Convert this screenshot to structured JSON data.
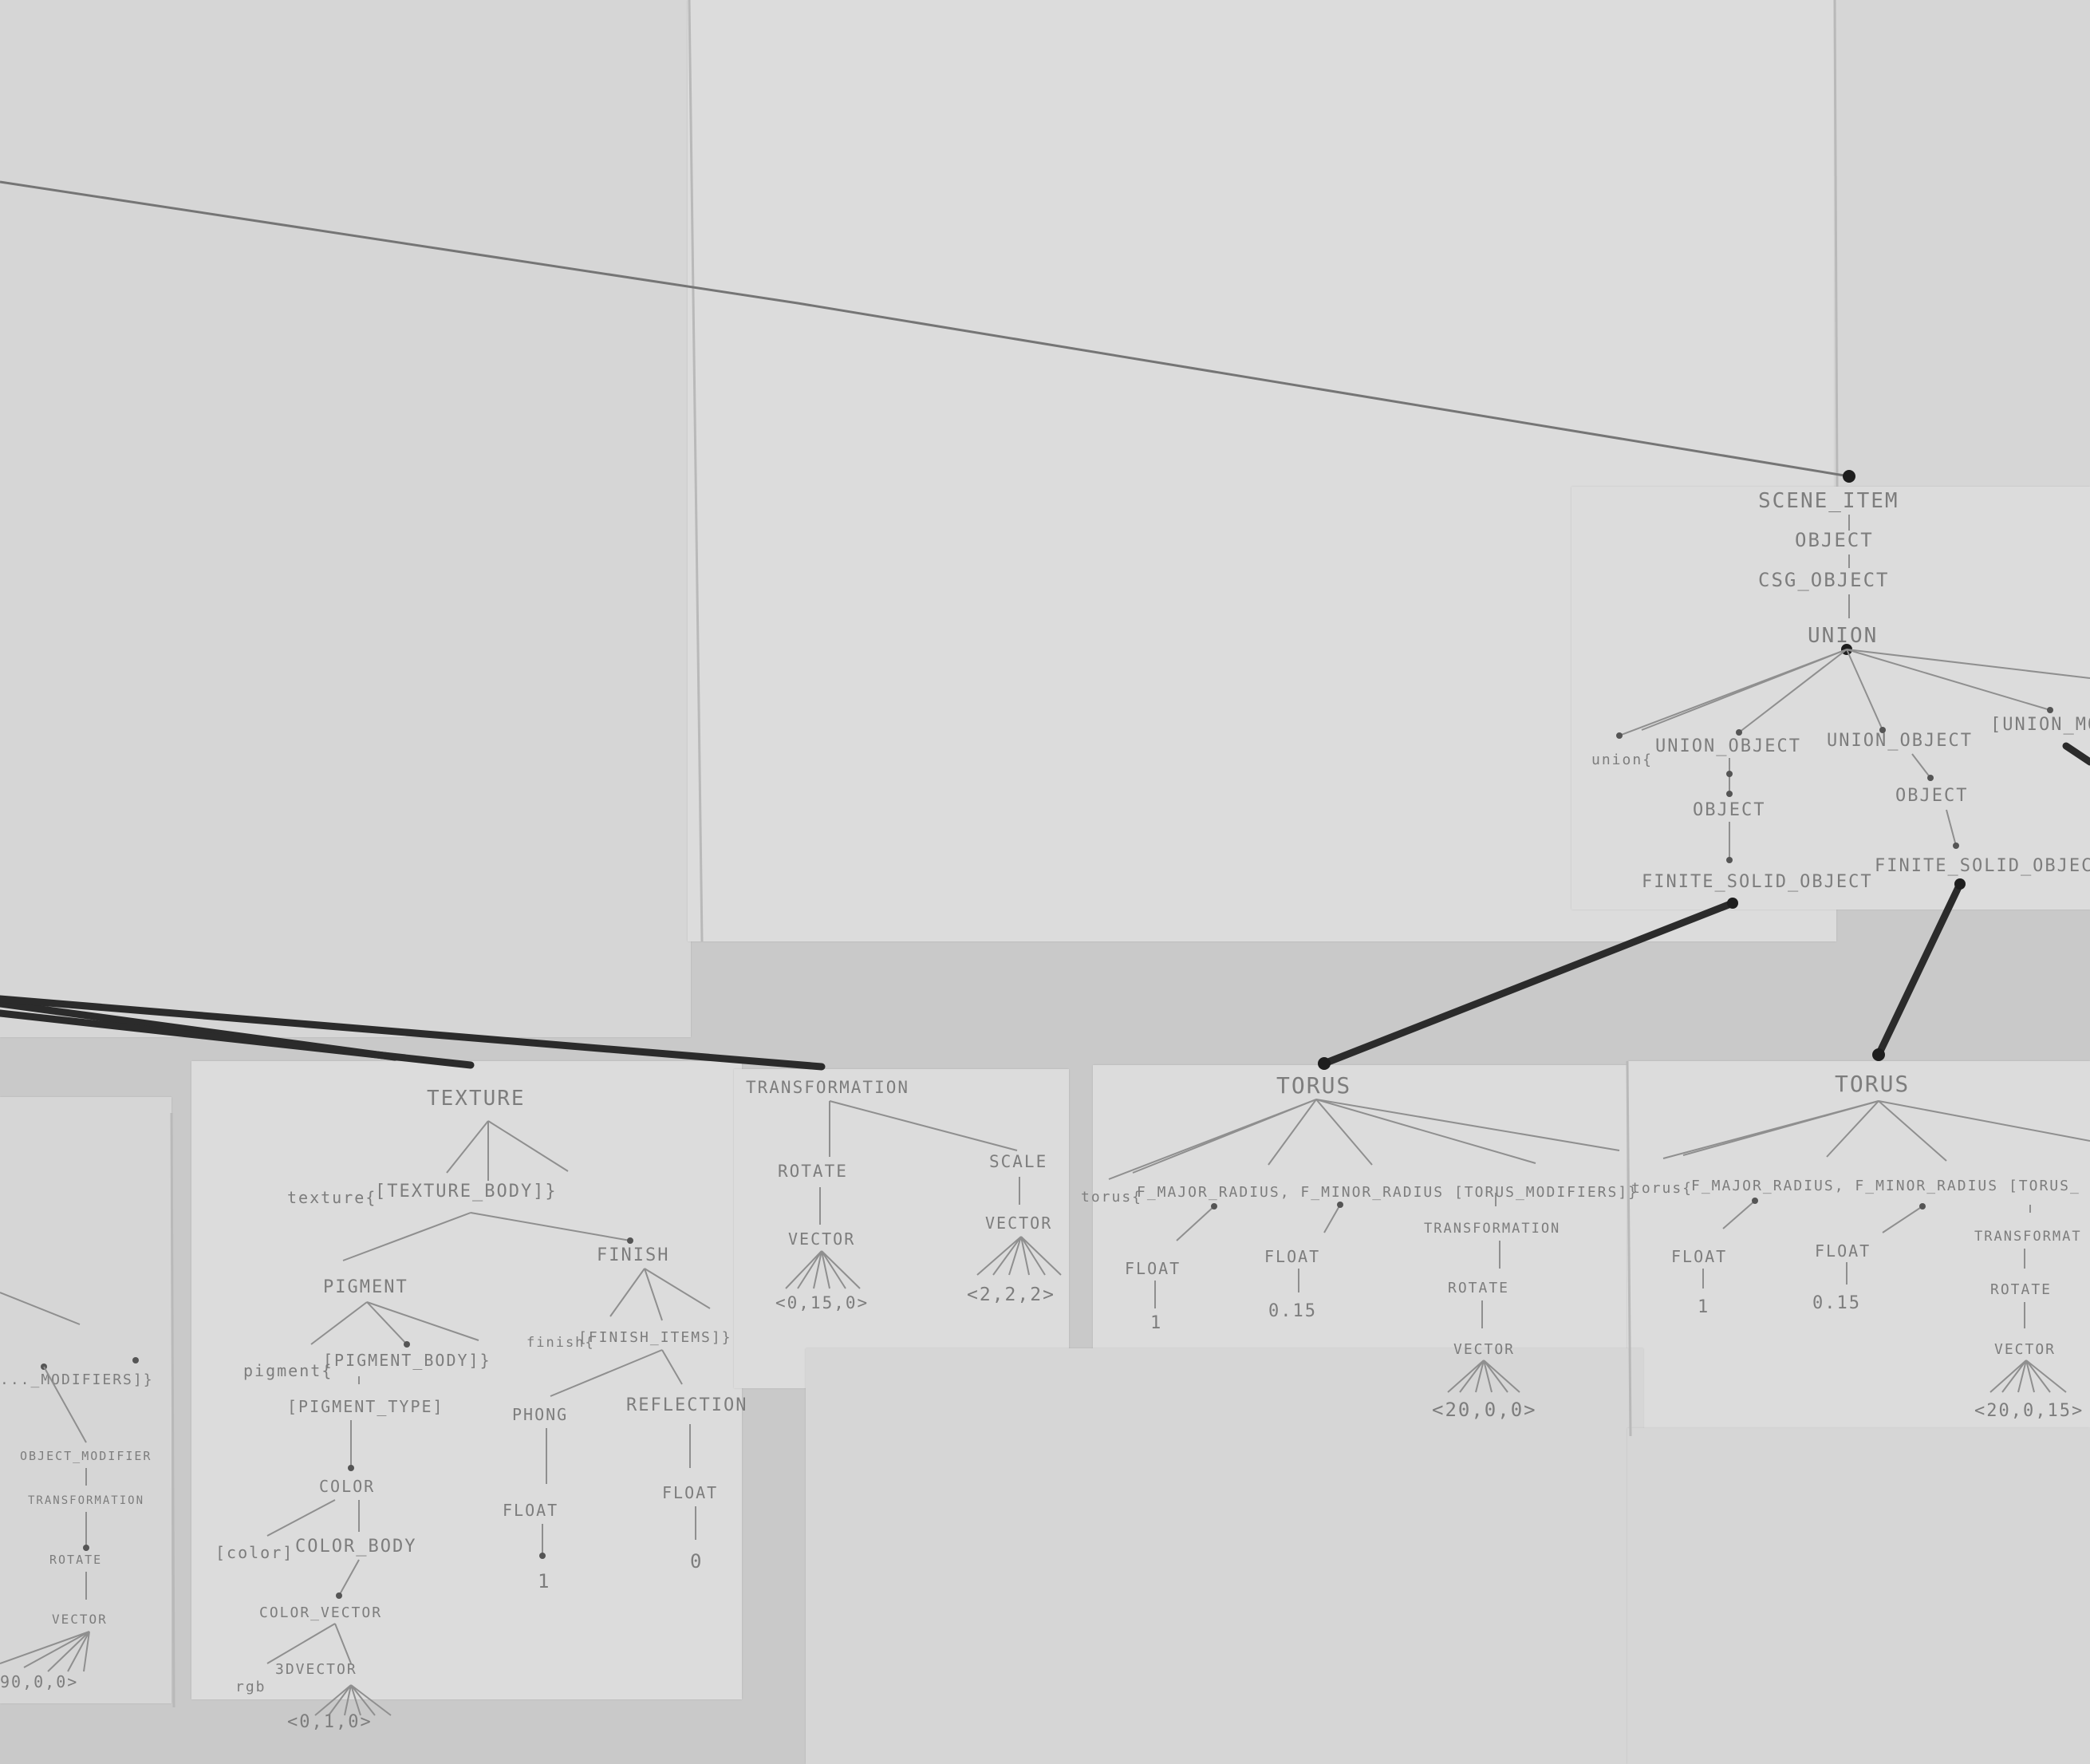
{
  "photo": {
    "background_color": "#c9c9c9",
    "paper_color": "#d6d6d6",
    "pencil_color": "#7d7d7d",
    "marker_color": "#2b2b2b"
  },
  "nodes": {
    "scene_item": "SCENE_ITEM",
    "object_top": "OBJECT",
    "csg_object": "CSG_OBJECT",
    "union": "UNION",
    "union_kw": "union{",
    "union_object_1": "UNION_OBJECT",
    "union_object_2": "UNION_OBJECT",
    "union_modifiers": "[UNION_MOD",
    "object_1": "OBJECT",
    "object_2": "OBJECT",
    "finite_solid_1": "FINITE_SOLID_OBJECT",
    "finite_solid_2": "FINITE_SOLID_OBJECT",
    "torus_1": "TORUS",
    "torus_1_kw": "torus{",
    "torus_1_params": "F_MAJOR_RADIUS, F_MINOR_RADIUS [TORUS_MODIFIERS]}",
    "torus_1_float_a": "FLOAT",
    "torus_1_float_b": "FLOAT",
    "torus_1_val_a": "1",
    "torus_1_val_b": "0.15",
    "torus_1_transformation": "TRANSFORMATION",
    "torus_1_rotate": "ROTATE",
    "torus_1_vector": "VECTOR",
    "torus_1_vector_val": "<20,0,0>",
    "torus_2": "TORUS",
    "torus_2_kw": "torus{",
    "torus_2_params": "F_MAJOR_RADIUS, F_MINOR_RADIUS [TORUS_",
    "torus_2_float_a": "FLOAT",
    "torus_2_float_b": "FLOAT",
    "torus_2_val_a": "1",
    "torus_2_val_b": "0.15",
    "torus_2_transformation": "TRANSFORMAT",
    "torus_2_rotate": "ROTATE",
    "torus_2_vector": "VECTOR",
    "torus_2_vector_val": "<20,0,15>",
    "texture": "TEXTURE",
    "texture_kw": "texture{",
    "texture_body": "[TEXTURE_BODY]}",
    "pigment": "PIGMENT",
    "pigment_kw": "pigment{",
    "pigment_body": "[PIGMENT_BODY]}",
    "pigment_type": "[PIGMENT_TYPE]",
    "color": "COLOR",
    "color_kw": "[color]",
    "color_body": "COLOR_BODY",
    "color_vector": "COLOR_VECTOR",
    "rgb_kw": "rgb",
    "rgb_vector": "3DVECTOR",
    "rgb_val": "<0,1,0>",
    "finish": "FINISH",
    "finish_kw": "finish{",
    "finish_items": "[FINISH_ITEMS]}",
    "phong": "PHONG",
    "reflection": "REFLECTION",
    "phong_float": "FLOAT",
    "reflection_float": "FLOAT",
    "phong_val": "1",
    "reflection_val": "0",
    "transformation": "TRANSFORMATION",
    "rotate": "ROTATE",
    "rotate_vector": "VECTOR",
    "rotate_val": "<0,15,0>",
    "scale": "SCALE",
    "scale_vector": "VECTOR",
    "scale_val": "<2,2,2>",
    "left_modifiers": "..._MODIFIERS]}",
    "left_object_modifier": "OBJECT_MODIFIER",
    "left_transformation": "TRANSFORMATION",
    "left_rotate": "ROTATE",
    "left_vector": "VECTOR",
    "left_vector_val": "90,0,0>"
  }
}
